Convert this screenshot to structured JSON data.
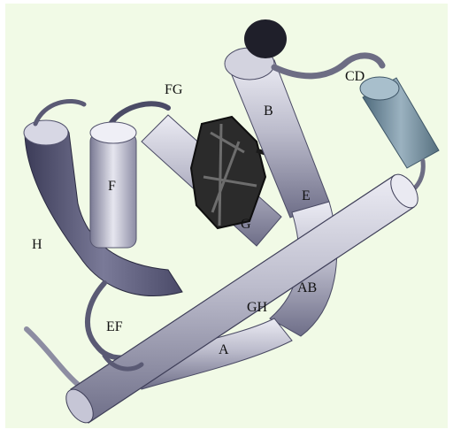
{
  "figure": {
    "background_color": "#f1fae6",
    "helix_color": "#b9b9c9",
    "helix_dark_color": "#5a5a78",
    "helix_cd_color": "#6f8a9b",
    "heme_color": "#1a1a1a",
    "labels": {
      "A": "A",
      "B": "B",
      "E": "E",
      "F": "F",
      "G": "G",
      "H": "H",
      "AB": "AB",
      "CD": "CD",
      "EF": "EF",
      "FG": "FG",
      "GH": "GH"
    }
  }
}
